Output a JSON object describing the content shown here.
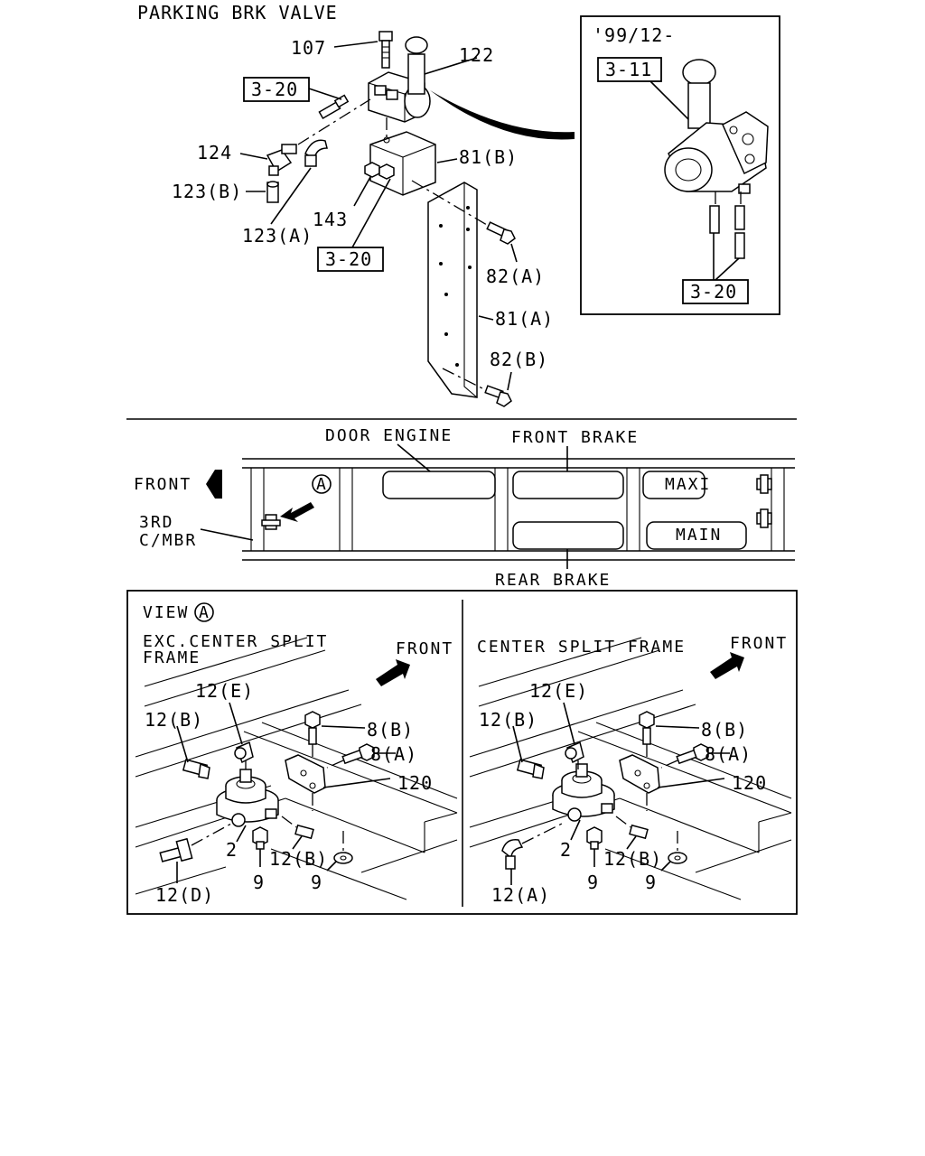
{
  "top": {
    "title": "PARKING BRK VALVE",
    "callouts": {
      "c107": "107",
      "c122": "122",
      "ref_320_a": "3-20",
      "c124": "124",
      "c123b": "123(B)",
      "c123a": "123(A)",
      "c143": "143",
      "c81b": "81(B)",
      "ref_320_b": "3-20",
      "c82a": "82(A)",
      "c81a": "81(A)",
      "c82b": "82(B)"
    },
    "inset": {
      "date": "'99/12-",
      "ref_311": "3-11",
      "ref_320": "3-20"
    }
  },
  "frame": {
    "door_engine": "DOOR ENGINE",
    "front_brake": "FRONT BRAKE",
    "rear_brake": "REAR BRAKE",
    "front": "FRONT",
    "view_marker": "A",
    "third_member_1": "3RD",
    "third_member_2": "C/MBR",
    "maxi": "MAXI",
    "main": "MAIN"
  },
  "views": {
    "view_label": "VIEW",
    "view_marker": "A",
    "left": {
      "title_1": "EXC.CENTER SPLIT",
      "title_2": "FRAME",
      "front": "FRONT",
      "c12e": "12(E)",
      "c12b_top": "12(B)",
      "c8b": "8(B)",
      "c8a": "8(A)",
      "c120": "120",
      "c2": "2",
      "c12b_bottom": "12(B)",
      "c9_left": "9",
      "c9_right": "9",
      "c12d": "12(D)"
    },
    "right": {
      "title": "CENTER SPLIT FRAME",
      "front": "FRONT",
      "c12e": "12(E)",
      "c12b_top": "12(B)",
      "c8b": "8(B)",
      "c8a": "8(A)",
      "c120": "120",
      "c2": "2",
      "c12b_bottom": "12(B)",
      "c9_left": "9",
      "c9_right": "9",
      "c12a": "12(A)"
    }
  }
}
